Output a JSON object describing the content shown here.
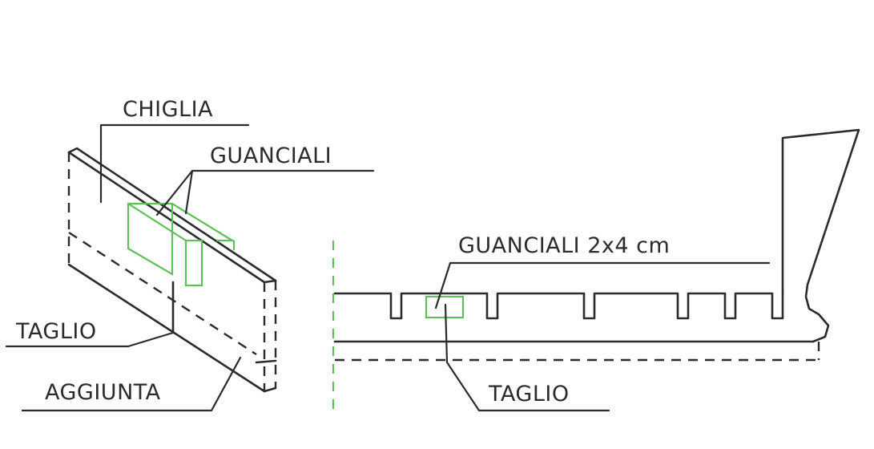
{
  "labels": {
    "chiglia": "CHIGLIA",
    "guanciali_left": "GUANCIALI",
    "taglio_left": "TAGLIO",
    "aggiunta": "AGGIUNTA",
    "guanciali_right": "GUANCIALI 2x4 cm",
    "taglio_right": "TAGLIO"
  },
  "colors": {
    "ink": "#2b2b2b",
    "highlight": "#5fbf58"
  }
}
